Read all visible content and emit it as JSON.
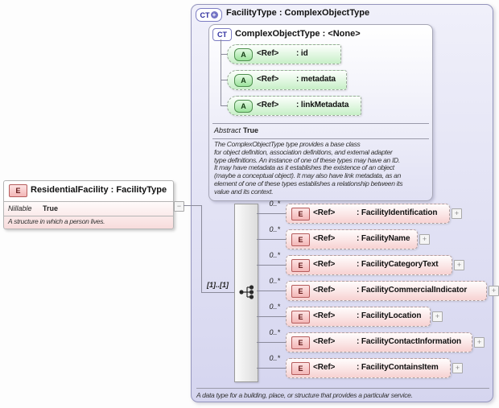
{
  "icons": {
    "element_badge": "E",
    "attribute_badge": "A",
    "complex_type_badge": "CT",
    "plus_glyph": "+",
    "expand_glyph": "+",
    "collapse_glyph": "−"
  },
  "colors": {
    "container_lavender": "#d5d5ef",
    "element_pink": "#f7d2d2",
    "attribute_green": "#c7efc7",
    "badge_red_border": "#b55c5c",
    "badge_green_border": "#4f8f4f",
    "badge_blue_text": "#2d2d9e"
  },
  "residential_facility": {
    "title": "ResidentialFacility : FacilityType",
    "nillable_label": "Nillable",
    "nillable_value": "True",
    "description": "A structure in which a person lives."
  },
  "facility_type": {
    "title": "FacilityType : ComplexObjectType",
    "sequence_cardinality": "[1]..[1]",
    "footer": "A data type for a building, place, or structure that provides a particular service.",
    "base": {
      "title": "ComplexObjectType : <None>",
      "attributes": [
        {
          "ref": "<Ref>",
          "name": ": id"
        },
        {
          "ref": "<Ref>",
          "name": ": metadata"
        },
        {
          "ref": "<Ref>",
          "name": ": linkMetadata"
        }
      ],
      "abstract_label": "Abstract",
      "abstract_value": "True",
      "description": "The ComplexObjectType type provides a base class\nfor object definition, association definitions, and external adapter\ntype definitions. An instance of one of these types may have an ID.\nIt may have metadata as it establishes the existence of an object\n(maybe a conceptual object). It may also have link metadata, as an\nelement of one of these types establishes a relationship between its\nvalue and its context."
    },
    "elements": [
      {
        "cardinality": "0..*",
        "ref": "<Ref>",
        "name": ": FacilityIdentification"
      },
      {
        "cardinality": "0..*",
        "ref": "<Ref>",
        "name": ": FacilityName"
      },
      {
        "cardinality": "0..*",
        "ref": "<Ref>",
        "name": ": FacilityCategoryText"
      },
      {
        "cardinality": "0..*",
        "ref": "<Ref>",
        "name": ": FacilityCommercialIndicator"
      },
      {
        "cardinality": "0..*",
        "ref": "<Ref>",
        "name": ": FacilityLocation"
      },
      {
        "cardinality": "0..*",
        "ref": "<Ref>",
        "name": ": FacilityContactInformation"
      },
      {
        "cardinality": "0..*",
        "ref": "<Ref>",
        "name": ": FacilityContainsItem"
      }
    ]
  }
}
